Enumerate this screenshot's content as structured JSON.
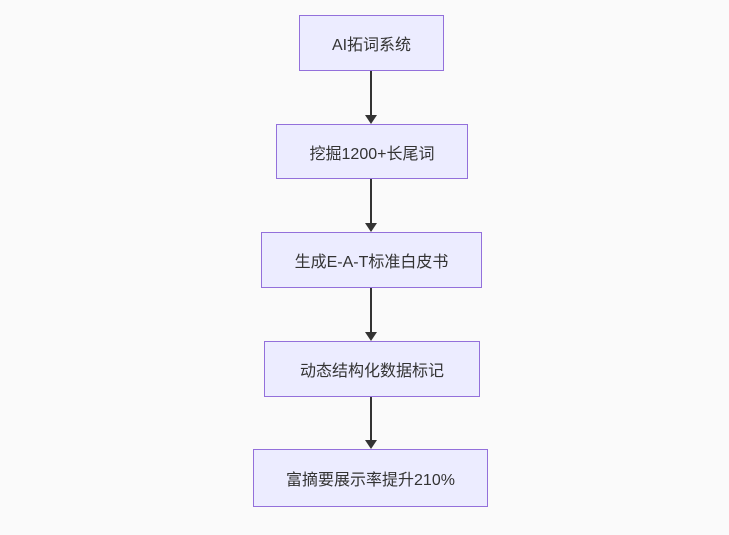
{
  "diagram": {
    "type": "flowchart",
    "direction": "top-down",
    "nodes": [
      {
        "id": "A",
        "label": "AI拓词系统"
      },
      {
        "id": "B",
        "label": "挖掘1200+长尾词"
      },
      {
        "id": "C",
        "label": "生成E-A-T标准白皮书"
      },
      {
        "id": "D",
        "label": "动态结构化数据标记"
      },
      {
        "id": "E",
        "label": "富摘要展示率提升210%"
      }
    ],
    "edges": [
      {
        "from": "A",
        "to": "B"
      },
      {
        "from": "B",
        "to": "C"
      },
      {
        "from": "C",
        "to": "D"
      },
      {
        "from": "D",
        "to": "E"
      }
    ],
    "colors": {
      "background": "#fafafa",
      "node_fill": "#ececff",
      "node_border": "#9370db",
      "text": "#333333",
      "arrow": "#333333"
    }
  }
}
